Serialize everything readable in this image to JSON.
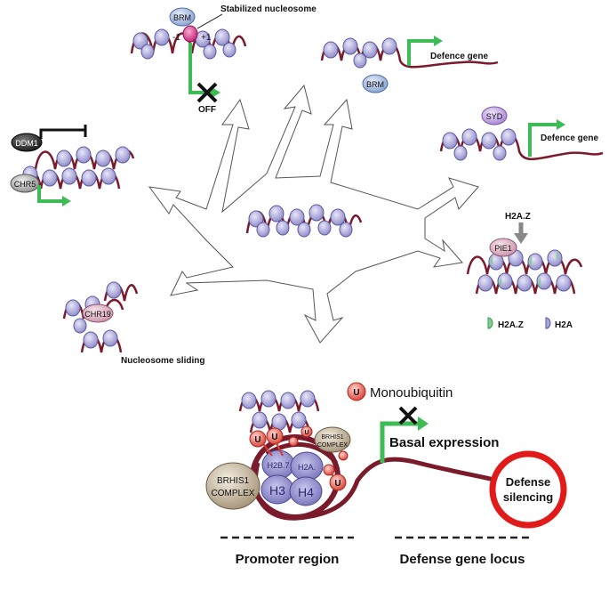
{
  "labels": {
    "stabilized_nucleosome": "Stabilized nucleosome",
    "brm": "BRM",
    "minus1": "-1",
    "plus1": "+1",
    "off": "OFF",
    "defence_gene_1": "Defence gene",
    "brm_2": "BRM",
    "syd": "SYD",
    "defence_gene_2": "Defence gene",
    "ddm1": "DDM1",
    "chr5": "CHR5",
    "h2az_arrow": "H2A.Z",
    "pie1": "PIE1",
    "legend_h2az": "H2A.Z",
    "legend_h2a": "H2A",
    "chr19": "CHR19",
    "nucleosome_sliding": "Nucleosome sliding",
    "monoubiquitin": "Monoubiquitin",
    "u": "U",
    "basal_expression": "Basal expression",
    "brhis1_complex_big_1": "BRHIS1",
    "brhis1_complex_big_2": "COMPLEX",
    "brhis1_complex_small_1": "BRHIS1",
    "brhis1_complex_small_2": "COMPLEX",
    "h2b": "H2B.7",
    "h2a": "H2A.",
    "h3": "H3",
    "h4": "H4",
    "defense_silencing_1": "Defense",
    "defense_silencing_2": "silencing",
    "promoter_region": "Promoter region",
    "defense_gene_locus": "Defense gene locus"
  },
  "colors": {
    "dna": "#7a1a2a",
    "histone": "#a9a6dc",
    "h2az": "#7fcf8f",
    "arrow_green": "#3dbb55",
    "ubiquitin": "#e8564a",
    "stop_circle": "#e11a1a",
    "brm_fill": "#9fb7de",
    "syd_fill": "#c7a6e6",
    "complex_fill": "#c9b9a0"
  }
}
